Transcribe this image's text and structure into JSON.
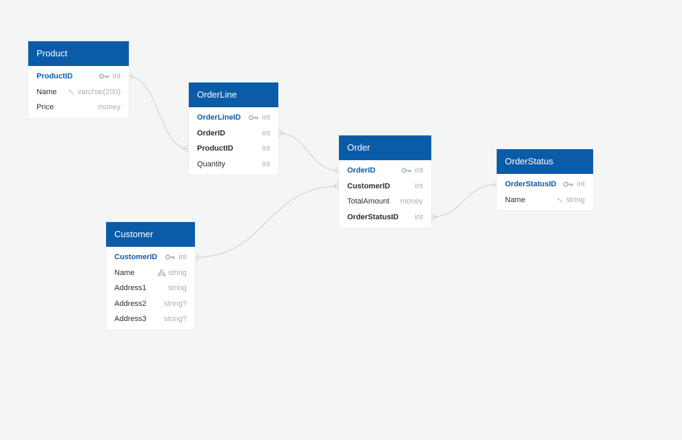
{
  "colors": {
    "background": "#f4f5f5",
    "header": "#0b5ca8",
    "pk_text": "#0b5ca8",
    "type_text": "#a9afb5",
    "link": "#c8cbce"
  },
  "tables": [
    {
      "id": "product",
      "title": "Product",
      "columns": [
        {
          "name": "ProductID",
          "type": "int",
          "role": "pk",
          "icon": "key-icon"
        },
        {
          "name": "Name",
          "type": "varchar(200)",
          "role": "",
          "icon": "wrench-icon"
        },
        {
          "name": "Price",
          "type": "money",
          "role": "",
          "icon": ""
        }
      ]
    },
    {
      "id": "orderline",
      "title": "OrderLine",
      "columns": [
        {
          "name": "OrderLineID",
          "type": "int",
          "role": "pk",
          "icon": "key-icon"
        },
        {
          "name": "OrderID",
          "type": "int",
          "role": "fk",
          "icon": ""
        },
        {
          "name": "ProductID",
          "type": "int",
          "role": "fk",
          "icon": ""
        },
        {
          "name": "Quantity",
          "type": "int",
          "role": "",
          "icon": ""
        }
      ]
    },
    {
      "id": "order",
      "title": "Order",
      "columns": [
        {
          "name": "OrderID",
          "type": "int",
          "role": "pk",
          "icon": "key-icon"
        },
        {
          "name": "CustomerID",
          "type": "int",
          "role": "fk",
          "icon": ""
        },
        {
          "name": "TotalAmount",
          "type": "money",
          "role": "",
          "icon": ""
        },
        {
          "name": "OrderStatusID",
          "type": "int",
          "role": "fk",
          "icon": ""
        }
      ]
    },
    {
      "id": "orderstatus",
      "title": "OrderStatus",
      "columns": [
        {
          "name": "OrderStatusID",
          "type": "int",
          "role": "pk",
          "icon": "key-icon"
        },
        {
          "name": "Name",
          "type": "string",
          "role": "",
          "icon": "wrench-icon"
        }
      ]
    },
    {
      "id": "customer",
      "title": "Customer",
      "columns": [
        {
          "name": "CustomerID",
          "type": "int",
          "role": "pk",
          "icon": "key-icon"
        },
        {
          "name": "Name",
          "type": "string",
          "role": "",
          "icon": "index-icon"
        },
        {
          "name": "Address1",
          "type": "string",
          "role": "",
          "icon": ""
        },
        {
          "name": "Address2",
          "type": "string?",
          "role": "",
          "icon": ""
        },
        {
          "name": "Address3",
          "type": "string?",
          "role": "",
          "icon": ""
        }
      ]
    }
  ],
  "relationships": [
    {
      "from": "product.ProductID",
      "from_card": "one",
      "to": "orderline.ProductID",
      "to_card": "many"
    },
    {
      "from": "orderline.OrderID",
      "from_card": "many",
      "to": "order.OrderID",
      "to_card": "one"
    },
    {
      "from": "customer.CustomerID",
      "from_card": "one",
      "to": "order.CustomerID",
      "to_card": "many"
    },
    {
      "from": "order.OrderStatusID",
      "from_card": "many",
      "to": "orderstatus.OrderStatusID",
      "to_card": "one"
    }
  ]
}
